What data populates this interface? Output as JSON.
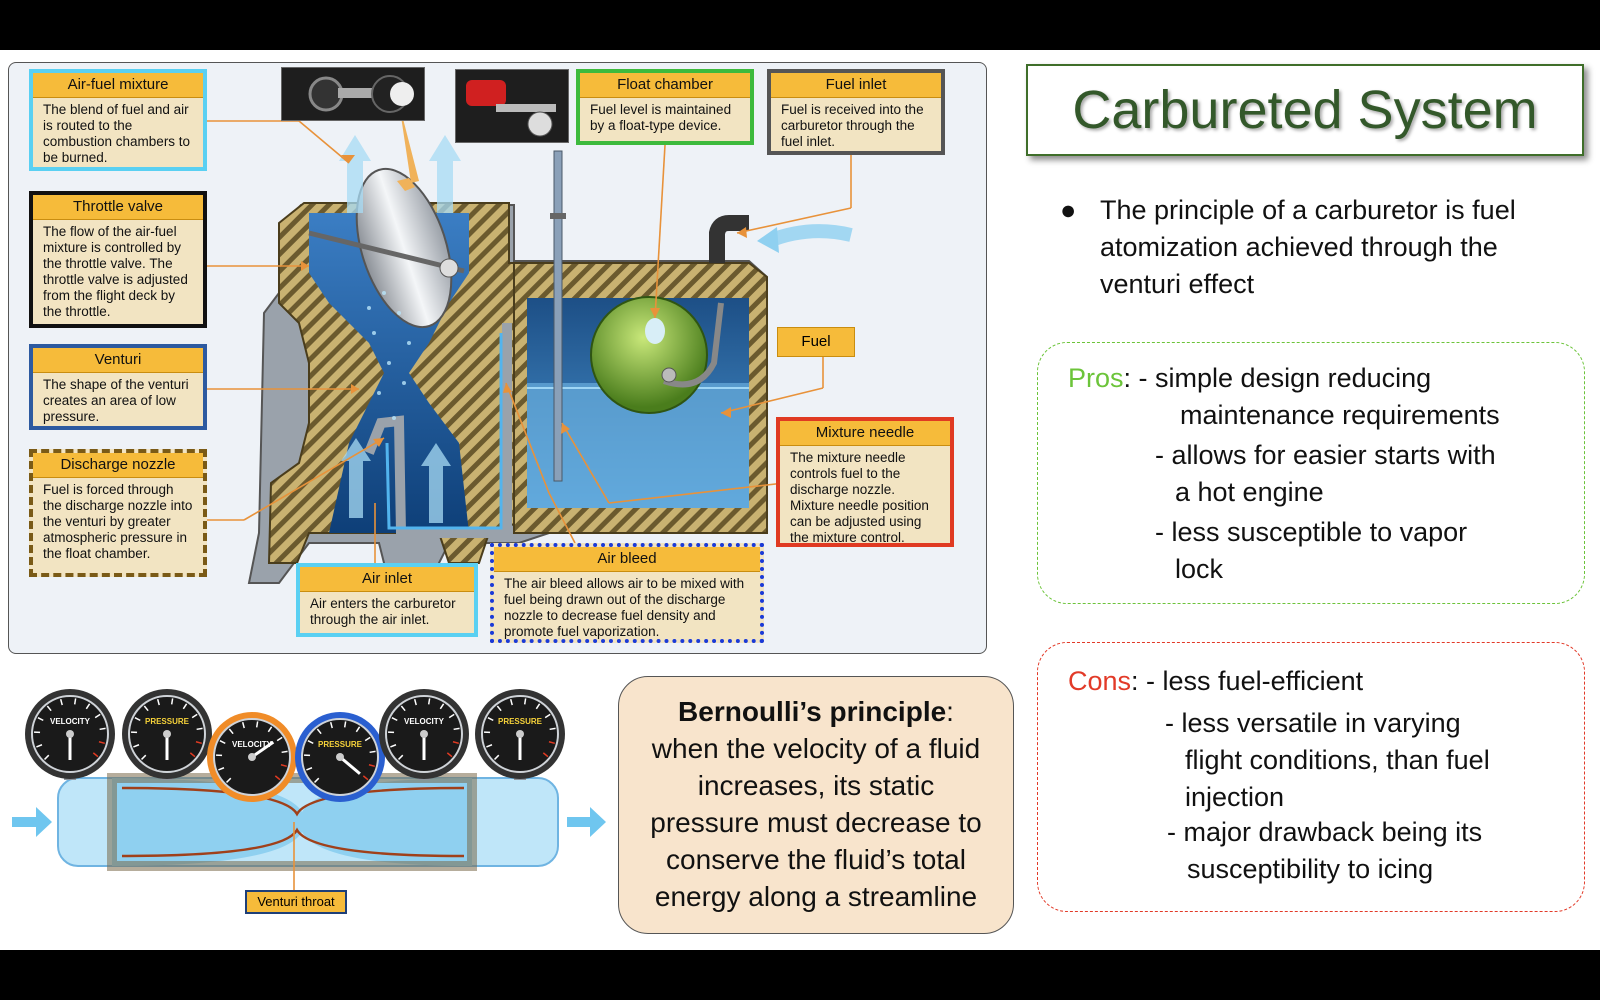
{
  "diagram": {
    "callouts": {
      "air_fuel_mixture": {
        "title": "Air-fuel mixture",
        "text": "The blend of fuel and air is routed to the combustion chambers to be burned."
      },
      "throttle_valve": {
        "title": "Throttle valve",
        "text": "The flow of the air-fuel mixture is controlled by the throttle valve. The throttle valve is adjusted from the flight deck by the throttle."
      },
      "venturi": {
        "title": "Venturi",
        "text": "The shape of the venturi creates an area of low pressure."
      },
      "discharge_nozzle": {
        "title": "Discharge nozzle",
        "text": "Fuel is forced through the discharge nozzle into the venturi by greater atmospheric pressure in the float chamber."
      },
      "air_inlet": {
        "title": "Air inlet",
        "text": "Air enters the carburetor through the air inlet."
      },
      "air_bleed": {
        "title": "Air bleed",
        "text": "The air bleed allows air to be mixed with fuel being drawn out of the discharge nozzle to decrease fuel density and promote fuel vaporization."
      },
      "float_chamber": {
        "title": "Float chamber",
        "text": "Fuel level is maintained by a float-type device."
      },
      "fuel_inlet": {
        "title": "Fuel inlet",
        "text": "Fuel is received into the carburetor through the fuel inlet."
      },
      "fuel": {
        "title": "Fuel"
      },
      "mixture_needle": {
        "title": "Mixture needle",
        "text": "The mixture needle controls fuel to the discharge nozzle. Mixture needle position can be adjusted using the mixture control."
      }
    },
    "colors": {
      "air_fuel": "#5ad0f2",
      "throttle": "#111111",
      "venturi": "#2d5aa0",
      "discharge": "#7a5a16",
      "air_inlet": "#5ad0f2",
      "air_bleed": "#1a3ad8",
      "float": "#3dba3d",
      "fuel_inlet": "#555555",
      "mixture": "#e03a22"
    }
  },
  "title": "Carbureted System",
  "intro": "The principle of a carburetor is fuel atomization achieved through the venturi effect",
  "pros": {
    "label": "Pros",
    "lines": [
      "- simple design reducing",
      "maintenance requirements",
      "- allows for easier starts with",
      "a hot engine",
      "- less susceptible to vapor",
      "lock"
    ],
    "color": "#6cc43a"
  },
  "cons": {
    "label": "Cons",
    "lines": [
      "- less fuel-efficient",
      "- less versatile in varying",
      "flight conditions, than fuel",
      "injection",
      "- major drawback being its",
      "susceptibility to icing"
    ],
    "color": "#e23a28"
  },
  "bernoulli": {
    "term": "Bernoulli’s principle",
    "lines": [
      "when the velocity of a fluid",
      "increases, its static",
      "pressure must decrease to",
      "conserve the fluid’s total",
      "energy along a streamline"
    ]
  },
  "venturi_tube": {
    "gauges": [
      "VELOCITY",
      "PRESSURE",
      "VELOCITY",
      "PRESSURE",
      "VELOCITY",
      "PRESSURE"
    ],
    "throat_label": "Venturi throat"
  }
}
